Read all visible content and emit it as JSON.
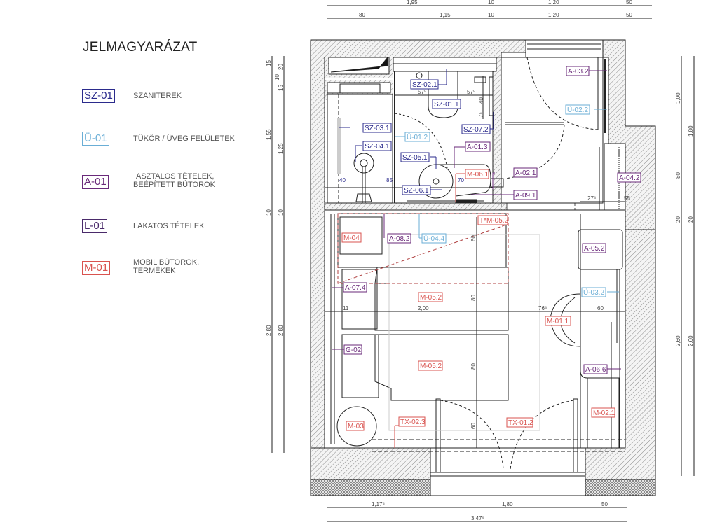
{
  "legend": {
    "title": "JELMAGYARÁZAT",
    "items": [
      {
        "code": "SZ-01",
        "label": "SZANITEREK",
        "color": "#2b2b8c"
      },
      {
        "code": "Ü-01",
        "label": "TÜKÖR / ÜVEG FELÜLETEK",
        "color": "#6aaed6"
      },
      {
        "code": "A-01",
        "label_line1": "ASZTALOS TÉTELEK,",
        "label_line2": "BEÉPÍTETT BÚTOROK",
        "color": "#6a2a7a"
      },
      {
        "code": "L-01",
        "label": "LAKATOS TÉTELEK",
        "color": "#4a2a6a"
      },
      {
        "code": "M-01",
        "label_line1": "MOBIL BÚTOROK,",
        "label_line2": "TERMÉKEK",
        "color": "#d9534f"
      }
    ]
  },
  "dimensions": {
    "top_row1": [
      "1,95",
      "10",
      "1,20",
      "50"
    ],
    "top_row2": [
      "80",
      "1,15",
      "10",
      "1,20",
      "50"
    ],
    "bottom_row1": [
      "1,17⁵",
      "1,80",
      "50"
    ],
    "bottom_row2": [
      "3,47⁵"
    ],
    "left_outer": [
      "15",
      "1,55",
      "10",
      "2,80"
    ],
    "left_inner": [
      "20",
      "10",
      "15",
      "1,25",
      "10",
      "2,80"
    ],
    "right_inner": [
      "1,00",
      "80",
      "20",
      "2,60"
    ],
    "right_outer": [
      "1,80",
      "20",
      "2,60"
    ],
    "interior": {
      "bath_57a": "57⁵",
      "bath_57b": "57⁵",
      "bath_40": "40",
      "bath_85": "85",
      "bath_70": "70",
      "wc_40v": "40",
      "wc_7": "7⁵",
      "hall_27": "27⁵",
      "hall_55": "55",
      "room_11": "11",
      "room_200": "2,00",
      "room_76": "76⁵",
      "room_60h": "60",
      "room_60v_top": "60",
      "room_80a": "80",
      "room_80b": "80",
      "room_60v_bot": "60"
    }
  },
  "tags": {
    "sz_02_1": "SZ-02.1",
    "sz_01_1": "SZ-01.1",
    "sz_03_1": "SZ-03.1",
    "u_01_2": "Ü-01.2",
    "sz_04_1": "SZ-04.1",
    "sz_07_2": "SZ-07.2",
    "a_01_3": "A-01.3",
    "sz_05_1": "SZ-05.1",
    "m_06_1": "M-06.1",
    "sz_06_1": "SZ-06.1",
    "a_02_1": "A-02.1",
    "a_09_1": "A-09.1",
    "a_03_2": "A-03.2",
    "u_02_2": "Ü-02.2",
    "a_04_2": "A-04.2",
    "m_04": "M-04",
    "a_08_2": "A-08.2",
    "u_04_4": "Ü-04.4",
    "m_05_2_star": "T*M-05.2",
    "a_07_4": "A-07.4",
    "m_05_2_a": "M-05.2",
    "a_05_2": "A-05.2",
    "u_03_2": "Ü-03.2",
    "m_01_1": "M-01.1",
    "g_02": "G-02",
    "m_05_2_b": "M-05.2",
    "a_06_6": "A-06.6",
    "m_03": "M-03",
    "tx_02_3": "TX-02.3",
    "tx_01_2": "TX-01.2",
    "m_02_1": "M-02.1"
  },
  "colors": {
    "sanitary": "#2b2b8c",
    "glass": "#6aaed6",
    "joinery": "#6a2a7a",
    "mobile": "#d9534f",
    "wall_hatch": "#9a9a9a",
    "line": "#222222"
  }
}
